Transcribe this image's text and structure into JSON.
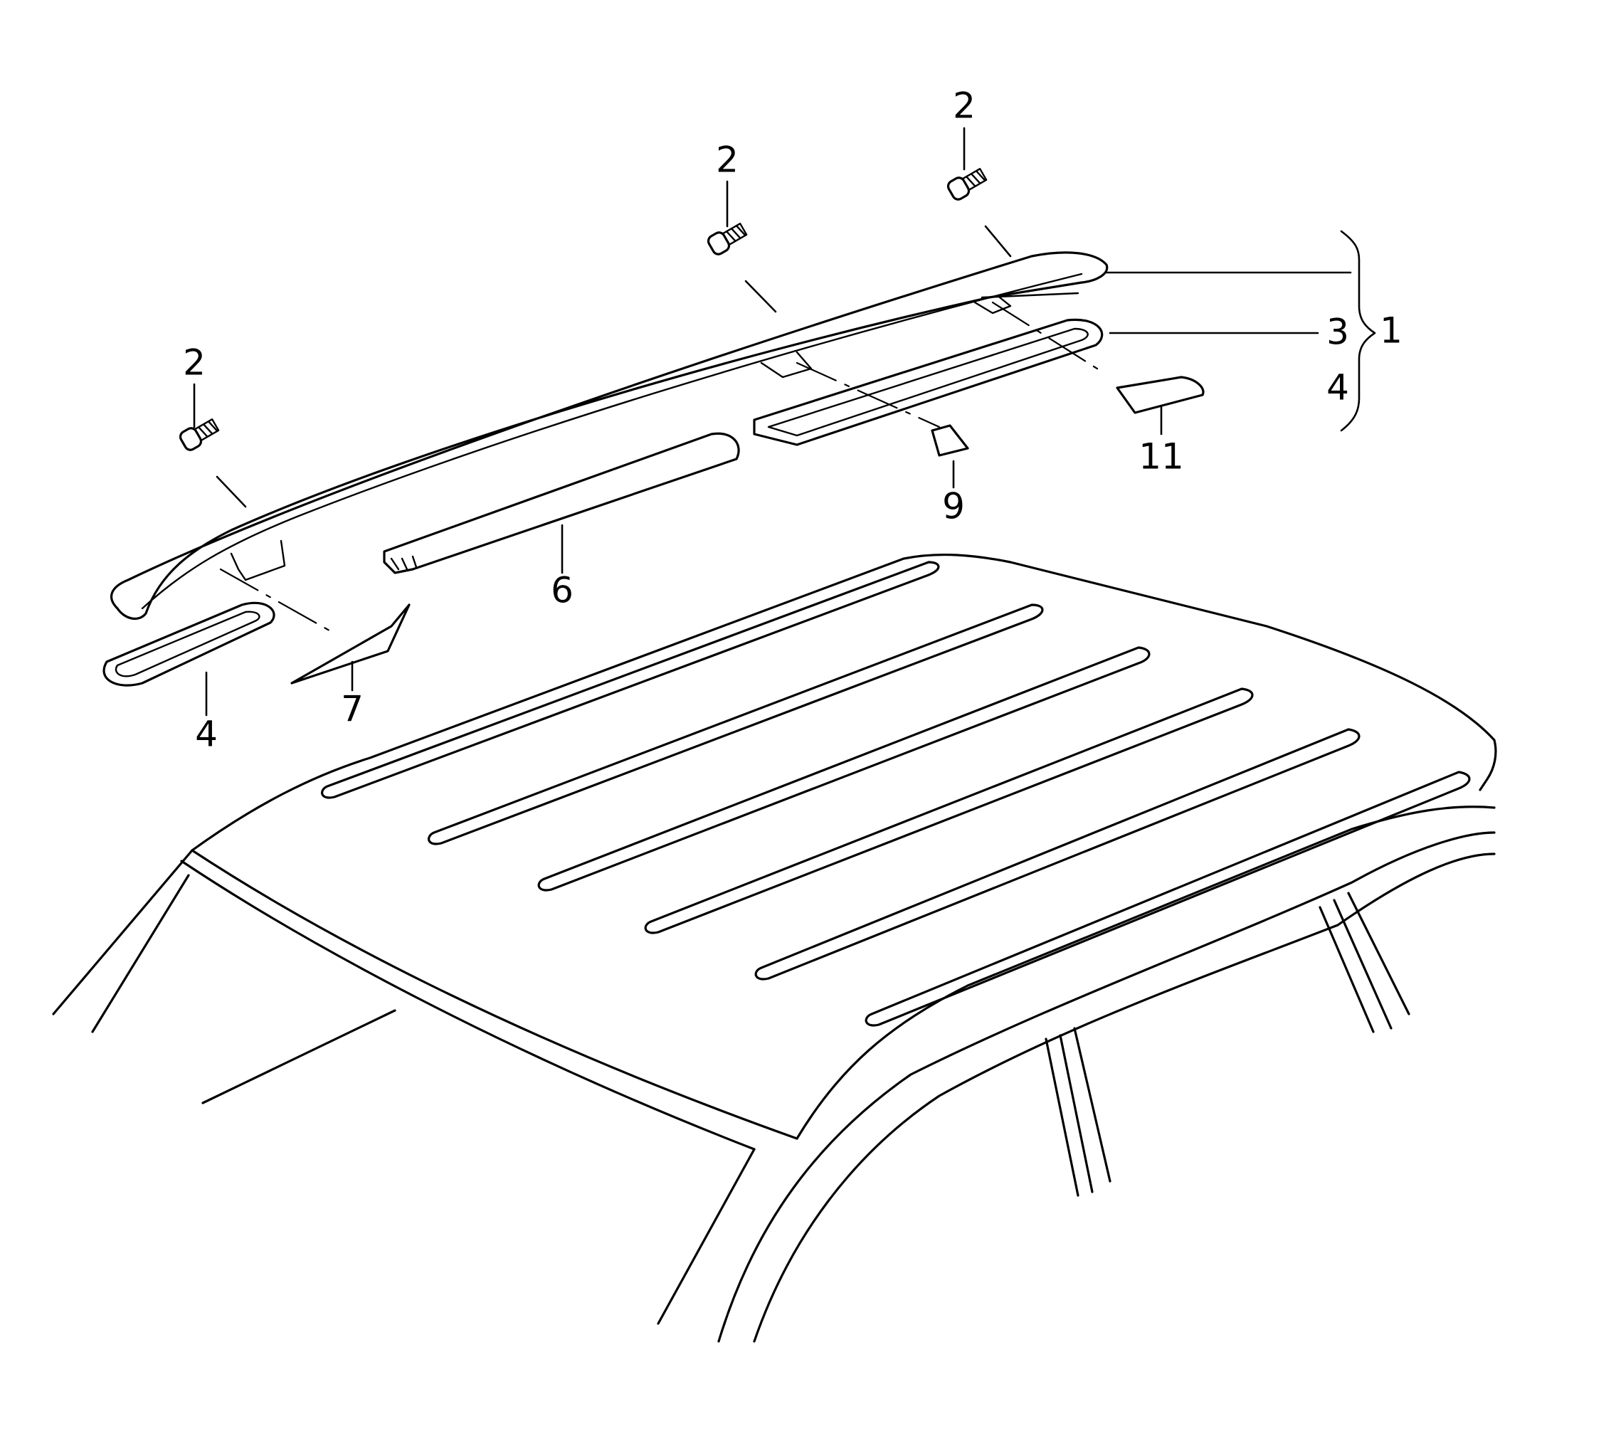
{
  "diagram": {
    "callouts": [
      {
        "id": "c1",
        "label": "1"
      },
      {
        "id": "c2a",
        "label": "2"
      },
      {
        "id": "c2b",
        "label": "2"
      },
      {
        "id": "c2c",
        "label": "2"
      },
      {
        "id": "c3",
        "label": "3"
      },
      {
        "id": "c4a",
        "label": "4"
      },
      {
        "id": "c4b",
        "label": "4"
      },
      {
        "id": "c6",
        "label": "6"
      },
      {
        "id": "c7",
        "label": "7"
      },
      {
        "id": "c9",
        "label": "9"
      },
      {
        "id": "c11",
        "label": "11"
      }
    ],
    "colors": {
      "line": "#000000",
      "background": "#ffffff"
    }
  }
}
